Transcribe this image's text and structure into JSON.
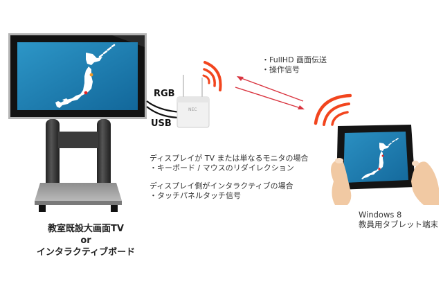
{
  "diagram": {
    "colors": {
      "signal": "#f2451e",
      "arrow": "#d9343f",
      "screen": "#1b79ad",
      "bezel": "#111111",
      "stand": "#3a3a3a",
      "base": "#9a9a9a",
      "router": "#eeeeee",
      "map": "#ffffff",
      "hand": "#f1c9a3"
    },
    "icons": [
      "tv-display-icon",
      "japan-map-icon",
      "tv-stand-icon",
      "wireless-router-icon",
      "wifi-signal-icon",
      "bidirectional-arrow-icon",
      "tablet-icon",
      "hands-icon"
    ],
    "cable_labels": {
      "rgb": "RGB",
      "usb": "USB"
    },
    "transmission": {
      "items": [
        "・FullHD 画面伝送",
        "・操作信号"
      ]
    },
    "notes": [
      {
        "heading": "ディスプレイが TV または単なるモニタの場合",
        "item": "・キーボード / マウスのリダイレクション"
      },
      {
        "heading": "ディスプレイ側がインタラクティブの場合",
        "item": "・タッチパネルタッチ信号"
      }
    ],
    "tv_caption": {
      "line1": "教室既設大画面TV",
      "line2": "or",
      "line3": "インタラクティブボード"
    },
    "tablet_caption": {
      "line1": "Windows 8",
      "line2": "教員用タブレット端末"
    }
  }
}
